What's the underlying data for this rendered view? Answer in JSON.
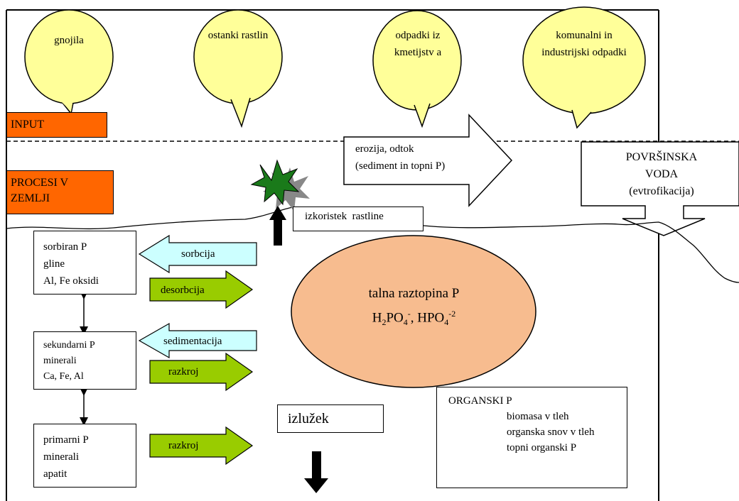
{
  "bubbles": [
    {
      "label": "gnojila"
    },
    {
      "label": "ostanki rastlin"
    },
    {
      "label": "odpadki iz kmetijstv a"
    },
    {
      "label": "komunalni in industrijski odpadki"
    }
  ],
  "zones": {
    "input_label": "INPUT",
    "processes_label_line1": "PROCESI V",
    "processes_label_line2": "ZEMLJI"
  },
  "erosion": {
    "line1": "erozija, odtok",
    "line2": "(sediment in topni P)"
  },
  "surface_water": {
    "line1": "POVRŠINSKA",
    "line2": "VODA",
    "line3": "(evtrofikacija)"
  },
  "plant_uptake": "izkoristek  rastline",
  "soil_solution": {
    "title": "talna raztopina P",
    "formula_a": "H",
    "formula_a_sub": "2",
    "formula_b": "PO",
    "formula_b_sub": "4",
    "formula_b_sup": "-",
    "formula_sep": ", HPO",
    "formula_c_sub": "4",
    "formula_c_sup": "-2"
  },
  "pools": {
    "sorbed": {
      "line1": "sorbiran P",
      "line2": "gline",
      "line3": "Al, Fe oksidi"
    },
    "secondary": {
      "line1": "sekundarni P",
      "line2": "minerali",
      "line3": "Ca, Fe, Al"
    },
    "primary": {
      "line1": "primarni P",
      "line2": "minerali",
      "line3": "apatit"
    }
  },
  "arrows": {
    "sorption": "sorbcija",
    "desorption": "desorbcija",
    "sedimentation": "sedimentacija",
    "dissolution_1": "razkroj",
    "dissolution_2": "razkroj"
  },
  "leaching": "izlužek",
  "organic": {
    "title": "ORGANSKI P",
    "item1": "biomasa v tleh",
    "item2": "organska snov v tleh",
    "item3": "topni organski P"
  },
  "colors": {
    "bubble": "#ffff99",
    "label_box": "#ff6600",
    "solution_ellipse": "#f7bc8f",
    "green_arrow": "#99cc00",
    "cyan_arrow": "#ccffff",
    "plant": "#1a7a1a"
  }
}
